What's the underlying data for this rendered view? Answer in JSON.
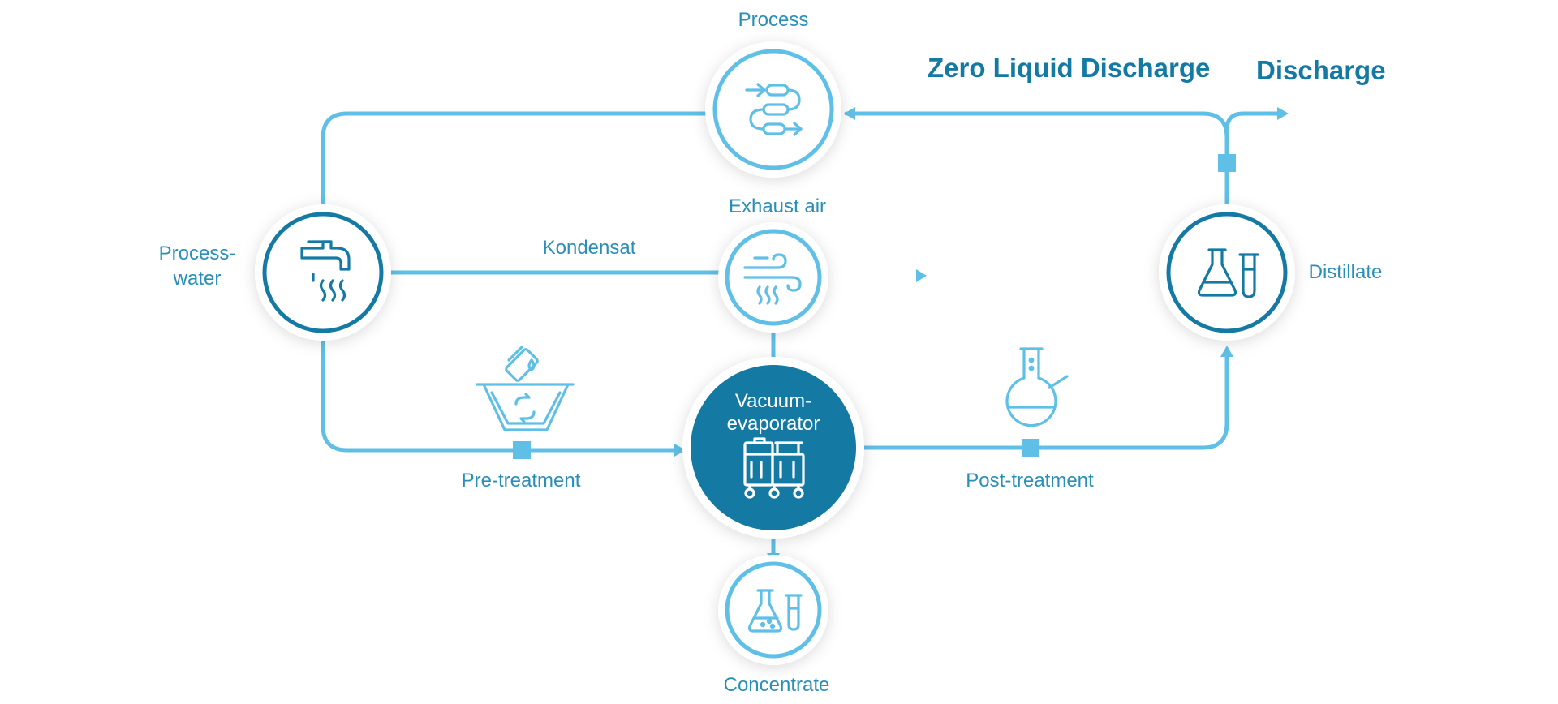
{
  "headers": {
    "zero_liquid_discharge": "Zero Liquid Discharge",
    "discharge": "Discharge"
  },
  "labels": {
    "process": "Process",
    "exhaust_air": "Exhaust air",
    "kondensat": "Kondensat",
    "process_water_line1": "Process-",
    "process_water_line2": "water",
    "distillate": "Distillate",
    "vacuum_evaporator_line1": "Vacuum-",
    "vacuum_evaporator_line2": "evaporator",
    "pre_treatment": "Pre-treatment",
    "post_treatment": "Post-treatment",
    "concentrate": "Concentrate"
  },
  "icons": {
    "process": "heat-exchanger-coil-icon",
    "process_water": "faucet-hot-water-icon",
    "exhaust_air": "wind-steam-icon",
    "vacuum_evaporator": "evaporator-unit-icon",
    "distillate": "flask-test-tube-icon",
    "concentrate": "flask-test-tube-sediment-icon",
    "pre_treatment": "basin-chemicals-icon",
    "post_treatment": "round-bottom-flask-icon"
  },
  "colors": {
    "pipe": "#5fbfe6",
    "accent_dark": "#147aa3",
    "label": "#2a8fb8",
    "node_fill": "#ffffff"
  }
}
